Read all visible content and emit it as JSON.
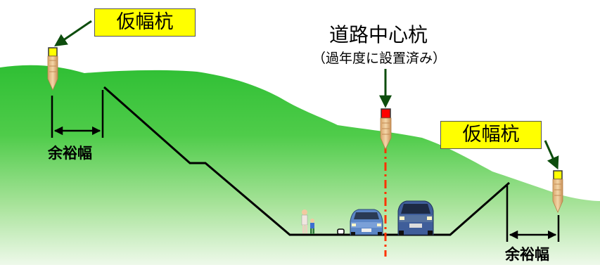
{
  "labels": {
    "temp_stake": "仮幅杭",
    "road_center_stake": "道路中心杭",
    "road_center_note": "（過年度に設置済み）",
    "margin_width": "余裕幅"
  },
  "colors": {
    "label_fill": "#ffff00",
    "hill_top": "#2bbf31",
    "hill_bottom": "#e8f7e2",
    "center_stake_cap": "#ff0000",
    "temp_stake_cap": "#ffff00",
    "center_line": "#ff3300",
    "arrow": "#0d4d0d",
    "cut_line": "#000000"
  },
  "icons": {
    "pedestrian": "pedestrian-icon",
    "car": "car-icon",
    "van": "van-icon"
  }
}
